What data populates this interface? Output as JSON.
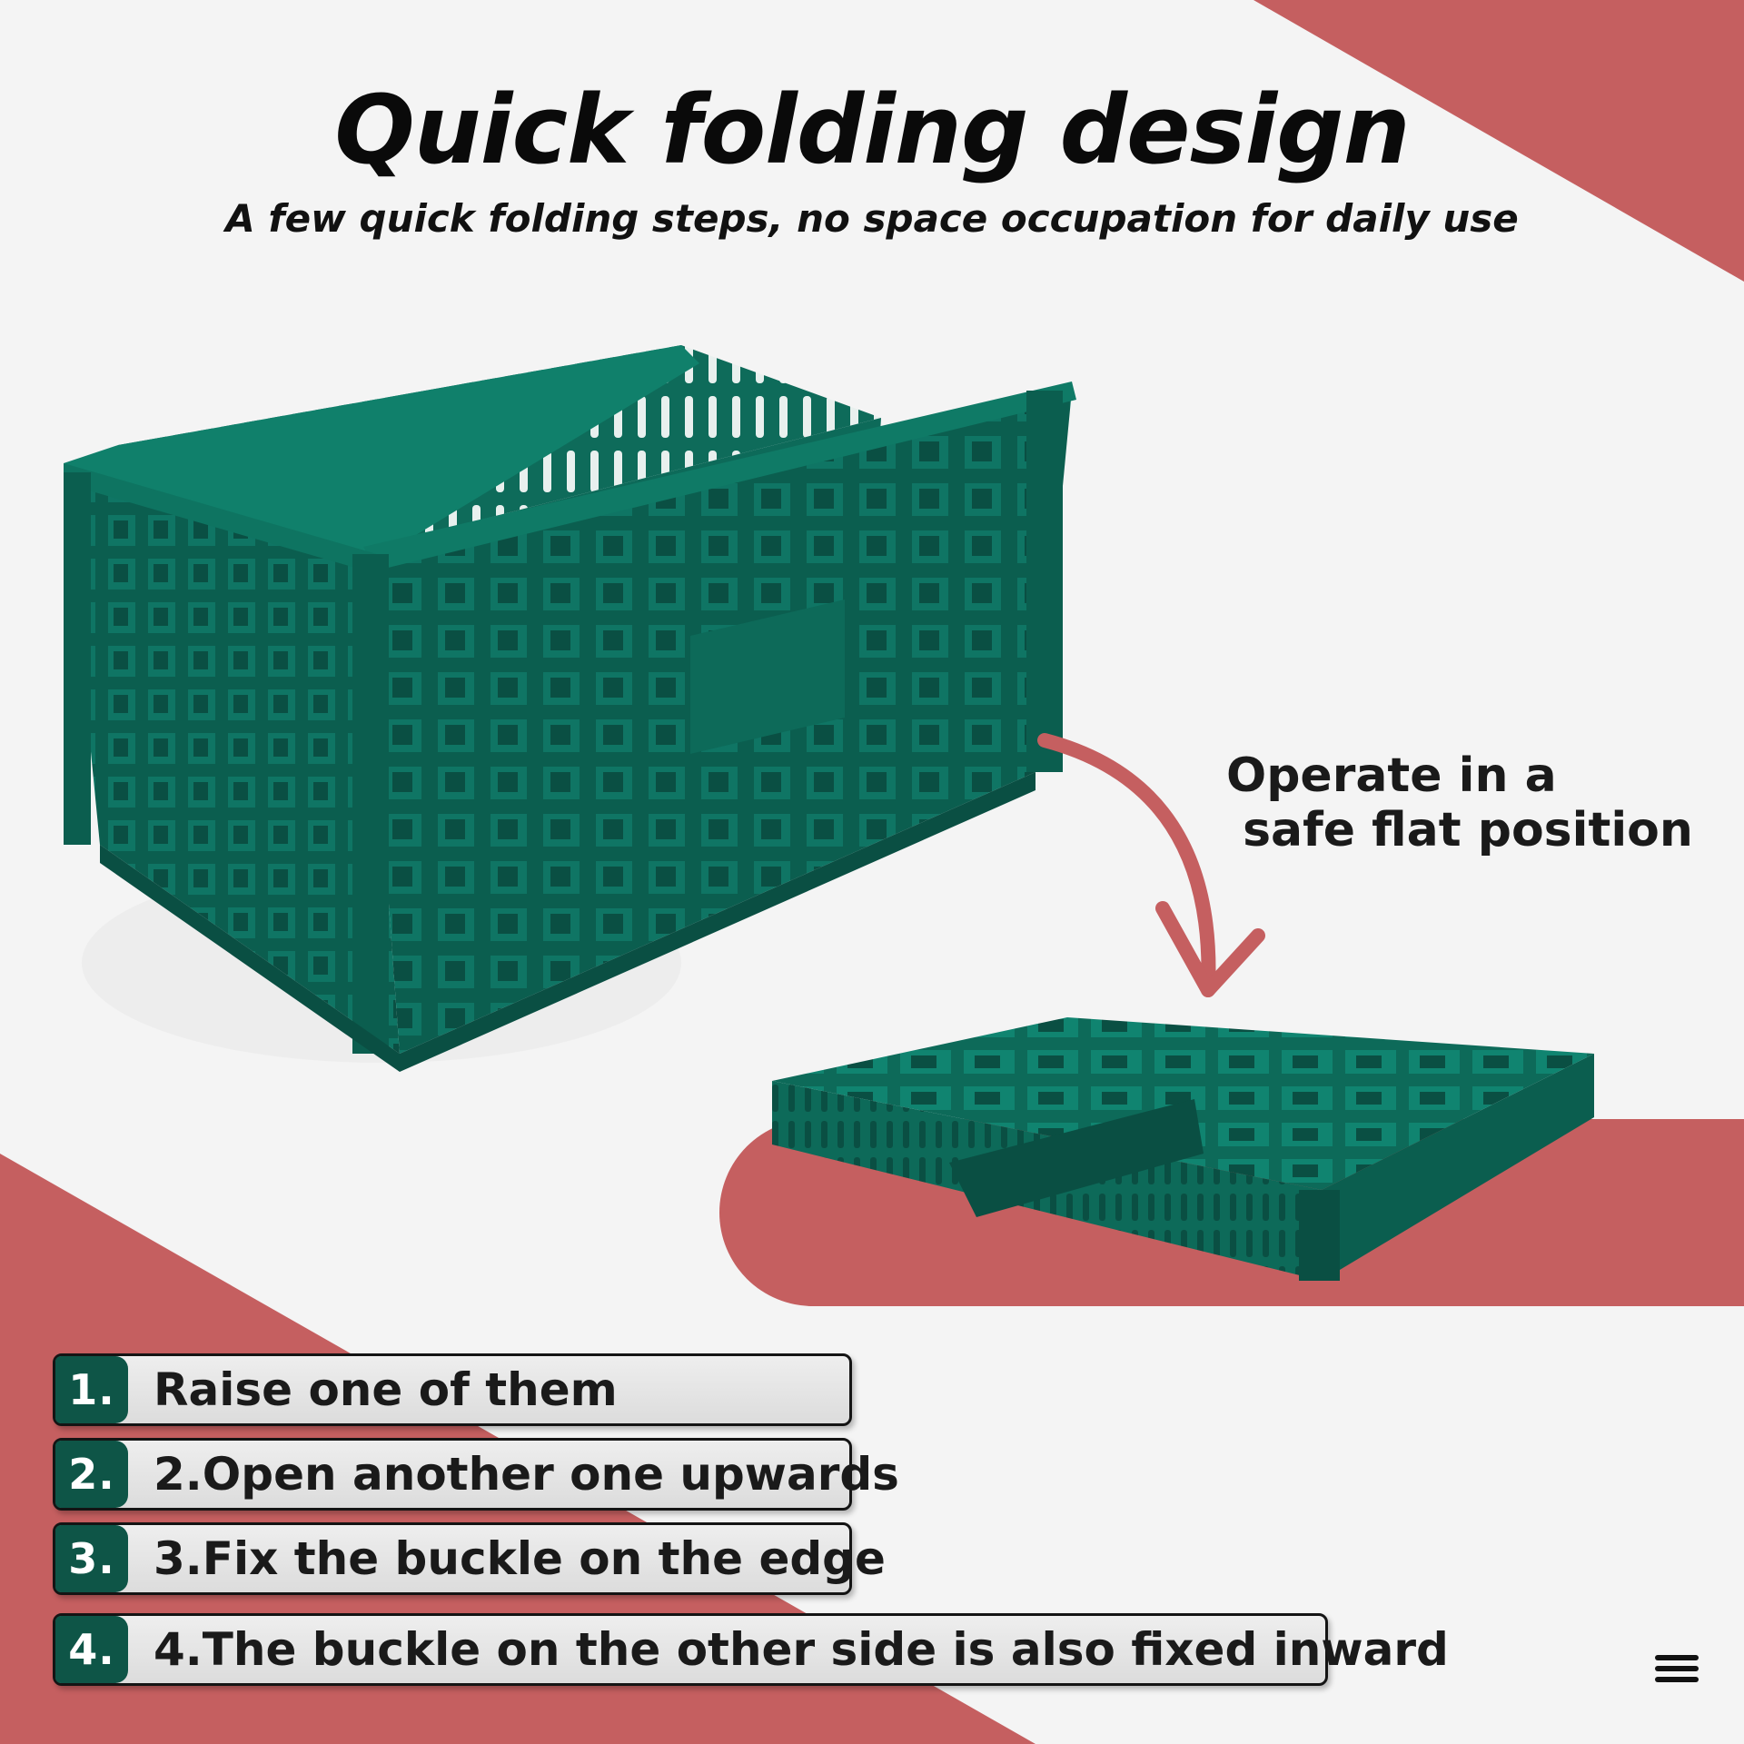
{
  "colors": {
    "background": "#f4f4f4",
    "accent_red": "#c55f60",
    "crate_green": "#0e6b5a",
    "step_badge": "#0e5547"
  },
  "header": {
    "title": "Quick folding design",
    "subtitle": "A few quick folding steps, no space occupation for daily use"
  },
  "callout": {
    "text": "Operate in a\n safe flat position"
  },
  "images": {
    "open_crate": "open-crate-image",
    "folded_crate": "folded-crate-image",
    "arrow": "curved-arrow-icon"
  },
  "steps": [
    {
      "number": "1.",
      "text": "Raise one of them"
    },
    {
      "number": "2.",
      "text": "2.Open another one upwards"
    },
    {
      "number": "3.",
      "text": "3.Fix the buckle on the edge"
    },
    {
      "number": "4.",
      "text": "4.The buckle on the other side is also fixed inward"
    }
  ],
  "menu": {
    "icon": "hamburger-menu-icon"
  }
}
